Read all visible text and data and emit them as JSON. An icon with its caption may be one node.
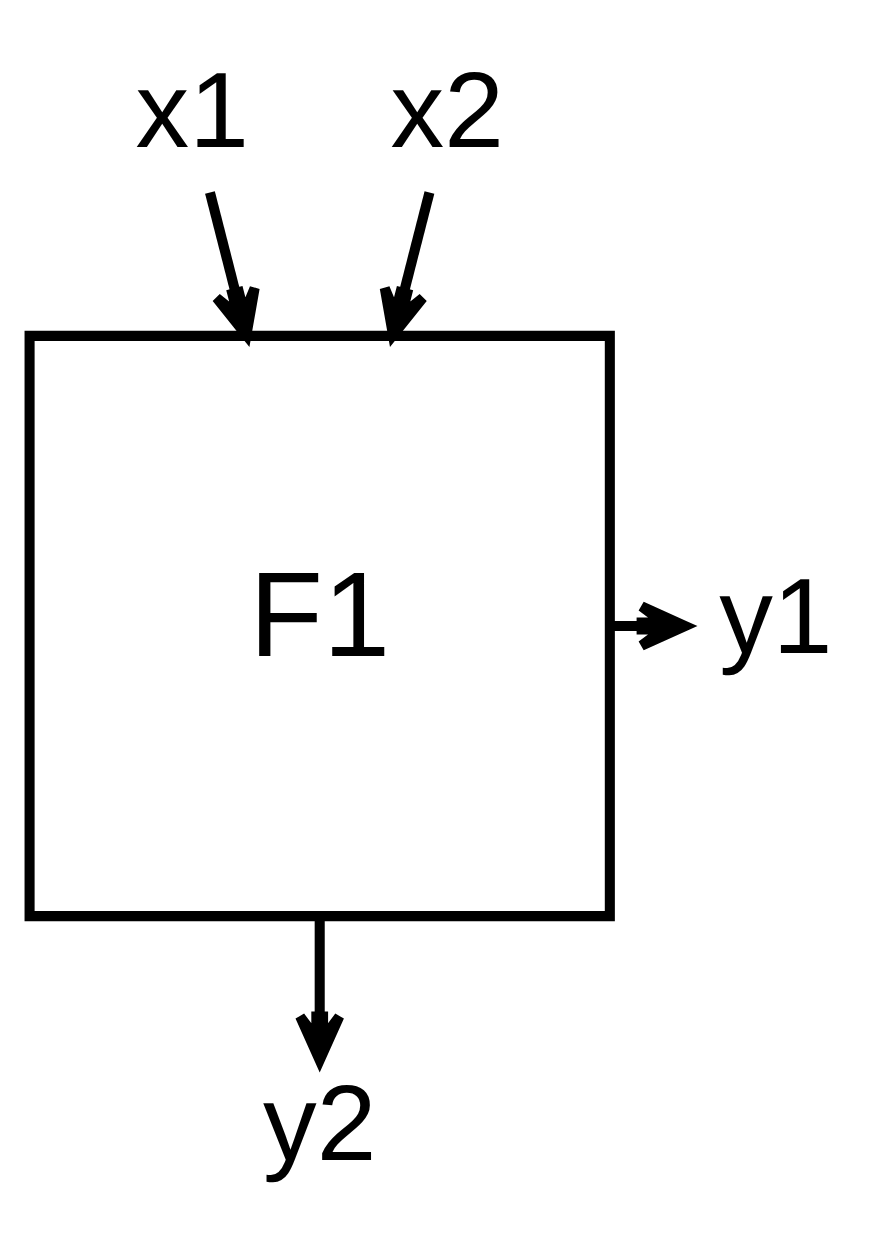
{
  "diagram": {
    "nodes": [
      {
        "text": [
          "x1"
        ]
      },
      {
        "text": [
          "x2"
        ]
      },
      {
        "text": [
          "F1"
        ]
      },
      {
        "text": [
          "y1"
        ]
      },
      {
        "text": [
          "y2"
        ]
      }
    ],
    "edges": [
      {
        "from": 0,
        "to": 2,
        "arrow": "to"
      },
      {
        "from": 1,
        "to": 2,
        "arrow": "to"
      },
      {
        "from": 2,
        "to": 3,
        "arrow": "to"
      },
      {
        "from": 2,
        "to": 4,
        "arrow": "to"
      }
    ]
  }
}
